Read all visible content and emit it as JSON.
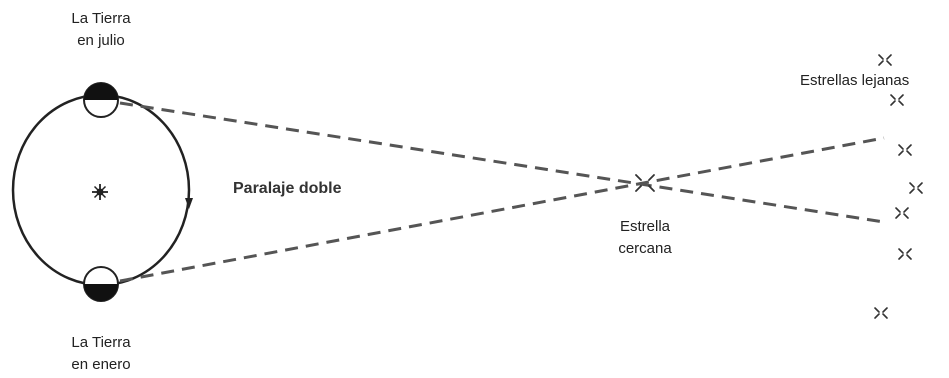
{
  "labels": {
    "earth_july": [
      "La Tierra",
      "en julio"
    ],
    "earth_january": [
      "La Tierra",
      "en enero"
    ],
    "parallax": "Paralaje doble",
    "near_star": [
      "Estrella",
      "cercana"
    ],
    "far_stars": "Estrellas lejanas"
  },
  "icons": {
    "sun": "sun-icon",
    "near_star": "near-star-icon",
    "far_star": "far-star-icon",
    "earth": "earth-icon",
    "orbit_arrow": "orbit-direction-arrow-icon"
  },
  "colors": {
    "ink": "#222222",
    "dashed_line": "#555555",
    "background": "#ffffff"
  }
}
